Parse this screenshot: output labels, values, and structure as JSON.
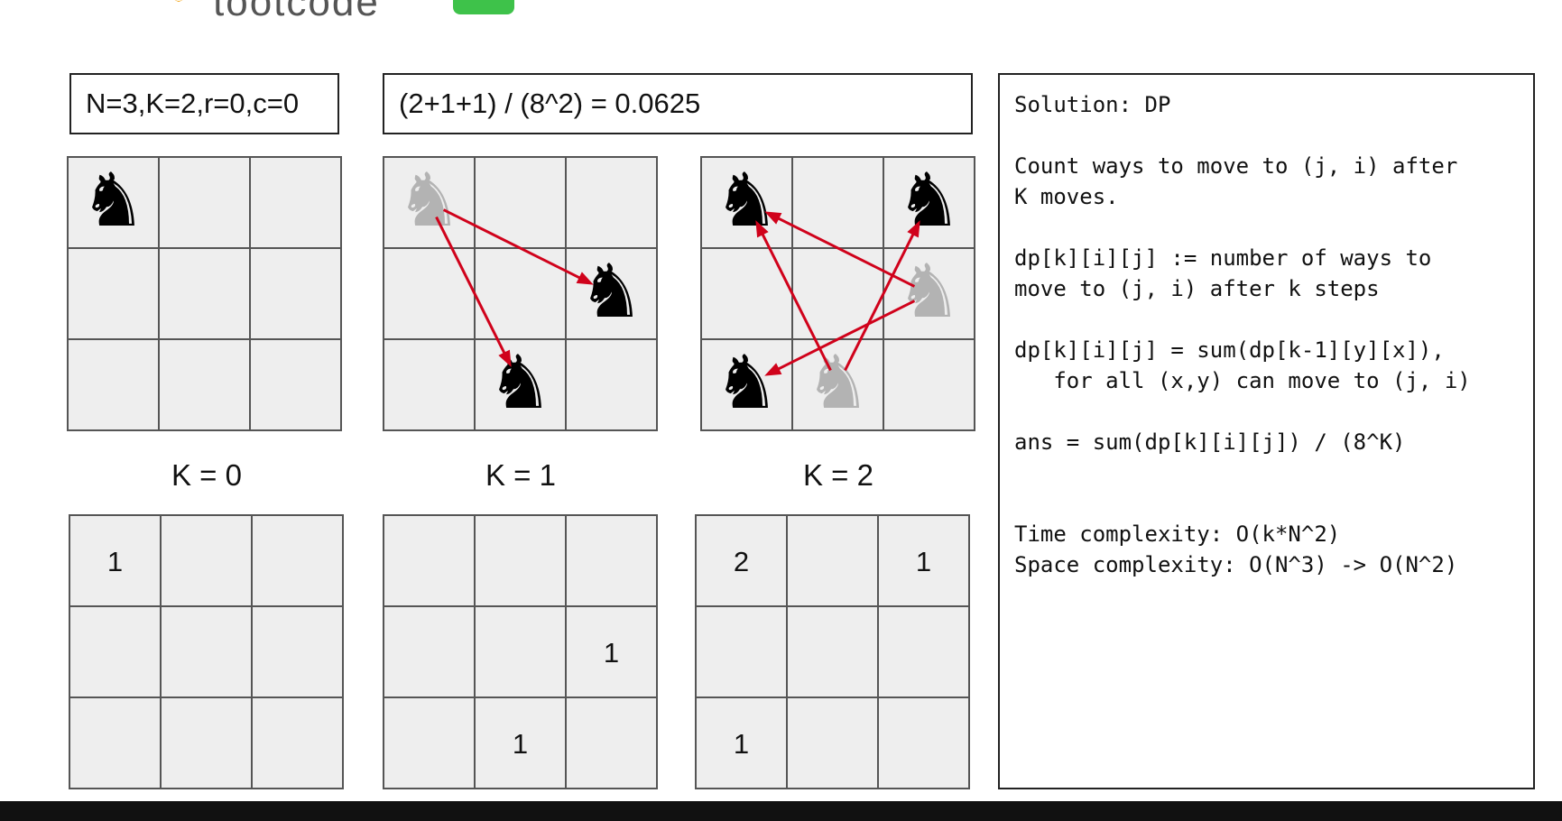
{
  "header": {
    "brand_text": "tootcode"
  },
  "params_label": "N=3,K=2,r=0,c=0",
  "formula_label": "(2+1+1) / (8^2)  = 0.0625",
  "colors": {
    "cell": "#eeeeee",
    "grid": "#555555",
    "arrow": "#d0021b",
    "active": "#000000",
    "ghost": "#b3b3b3"
  },
  "knight_boards": [
    {
      "name": "k0",
      "pieces": [
        {
          "row": 0,
          "col": 0,
          "state": "active"
        }
      ],
      "arrows": []
    },
    {
      "name": "k1",
      "pieces": [
        {
          "row": 0,
          "col": 0,
          "state": "ghost"
        },
        {
          "row": 1,
          "col": 2,
          "state": "active"
        },
        {
          "row": 2,
          "col": 1,
          "state": "active"
        }
      ],
      "arrows": [
        {
          "from": [
            0,
            0
          ],
          "to": [
            1,
            2
          ]
        },
        {
          "from": [
            0,
            0
          ],
          "to": [
            2,
            1
          ]
        }
      ]
    },
    {
      "name": "k2",
      "pieces": [
        {
          "row": 0,
          "col": 0,
          "state": "active"
        },
        {
          "row": 0,
          "col": 2,
          "state": "active"
        },
        {
          "row": 1,
          "col": 2,
          "state": "ghost"
        },
        {
          "row": 2,
          "col": 0,
          "state": "active"
        },
        {
          "row": 2,
          "col": 1,
          "state": "ghost"
        }
      ],
      "arrows": [
        {
          "from": [
            1,
            2
          ],
          "to": [
            0,
            0
          ]
        },
        {
          "from": [
            1,
            2
          ],
          "to": [
            2,
            0
          ]
        },
        {
          "from": [
            2,
            1
          ],
          "to": [
            0,
            0
          ]
        },
        {
          "from": [
            2,
            1
          ],
          "to": [
            0,
            2
          ]
        }
      ]
    }
  ],
  "k_labels": [
    "K = 0",
    "K = 1",
    "K = 2"
  ],
  "count_boards": [
    [
      [
        "1",
        "",
        ""
      ],
      [
        "",
        "",
        ""
      ],
      [
        "",
        "",
        ""
      ]
    ],
    [
      [
        "",
        "",
        ""
      ],
      [
        "",
        "",
        "1"
      ],
      [
        "",
        "1",
        ""
      ]
    ],
    [
      [
        "2",
        "",
        "1"
      ],
      [
        "",
        "",
        ""
      ],
      [
        "1",
        "",
        ""
      ]
    ]
  ],
  "solution_lines": [
    "Solution: DP",
    "",
    "Count ways to move to (j, i) after",
    "K moves.",
    "",
    "dp[k][i][j] := number of ways to",
    "move to (j, i) after k steps",
    "",
    "dp[k][i][j] = sum(dp[k-1][y][x]),",
    "   for all (x,y) can move to (j, i)",
    "",
    "ans = sum(dp[k][i][j]) / (8^K)",
    "",
    "",
    "Time complexity: O(k*N^2)",
    "Space complexity: O(N^3) -> O(N^2)"
  ]
}
